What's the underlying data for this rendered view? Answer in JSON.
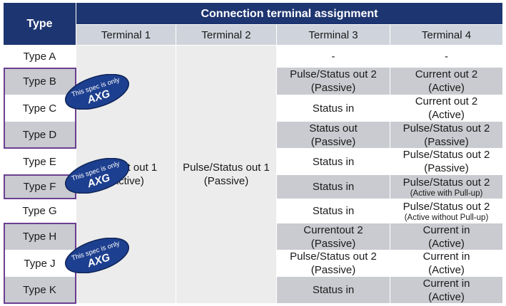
{
  "header": {
    "type_label": "Type",
    "assignment_label": "Connection terminal assignment",
    "terminals": [
      "Terminal 1",
      "Terminal 2",
      "Terminal 3",
      "Terminal 4"
    ]
  },
  "rows": [
    {
      "type": "Type A",
      "t3": [
        "-"
      ],
      "t4": [
        "-"
      ]
    },
    {
      "type": "Type B",
      "t3": [
        "Pulse/Status out 2",
        "(Passive)"
      ],
      "t4": [
        "Current out 2",
        "(Active)"
      ]
    },
    {
      "type": "Type C",
      "t3": [
        "Status in"
      ],
      "t4": [
        "Current out 2",
        "(Active)"
      ]
    },
    {
      "type": "Type D",
      "t3": [
        "Status out",
        "(Passive)"
      ],
      "t4": [
        "Pulse/Status out 2",
        "(Passive)"
      ]
    },
    {
      "type": "Type E",
      "t3": [
        "Status in"
      ],
      "t4": [
        "Pulse/Status out 2",
        "(Passive)"
      ]
    },
    {
      "type": "Type F",
      "t3": [
        "Status in"
      ],
      "t4": [
        "Pulse/Status out 2",
        "(Active with Pull-up)"
      ]
    },
    {
      "type": "Type G",
      "t3": [
        "Status in"
      ],
      "t4": [
        "Pulse/Status out 2",
        "(Active without Pull-up)"
      ]
    },
    {
      "type": "Type H",
      "t3": [
        "Currentout 2",
        "(Passive)"
      ],
      "t4": [
        "Current in",
        "(Active)"
      ]
    },
    {
      "type": "Type J",
      "t3": [
        "Pulse/Status out 2",
        "(Passive)"
      ],
      "t4": [
        "Current in",
        "(Active)"
      ]
    },
    {
      "type": "Type K",
      "t3": [
        "Status in"
      ],
      "t4": [
        "Current in",
        "(Active)"
      ]
    }
  ],
  "terminal1_merged": [
    "Current out 1",
    "(Active)"
  ],
  "terminal2_merged": [
    "Pulse/Status out 1",
    "(Passive)"
  ],
  "badges": [
    {
      "line1": "This spec is only",
      "line2": "AXG"
    },
    {
      "line1": "This spec is only",
      "line2": "AXG"
    },
    {
      "line1": "This spec is only",
      "line2": "AXG"
    }
  ],
  "colors": {
    "header_dark": "#1d3570",
    "subheader": "#cfd3db",
    "outline": "#6b3f91",
    "badge": "#1d3f8f"
  }
}
